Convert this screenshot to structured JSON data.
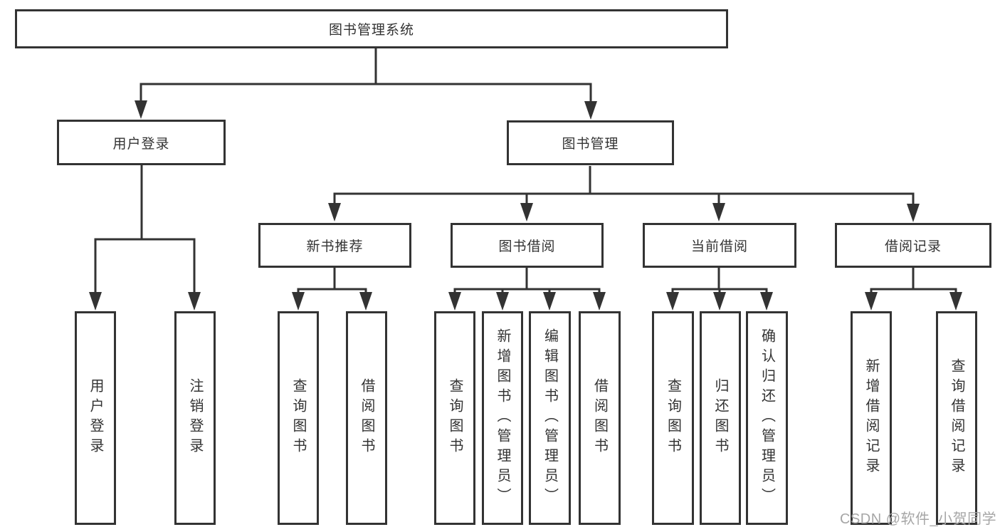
{
  "diagram": {
    "root": {
      "label": "图书管理系统",
      "children": [
        {
          "label": "用户登录",
          "children": [
            {
              "label": "用户登录"
            },
            {
              "label": "注销登录"
            }
          ]
        },
        {
          "label": "图书管理",
          "children": [
            {
              "label": "新书推荐",
              "children": [
                {
                  "label": "查询图书"
                },
                {
                  "label": "借阅图书"
                }
              ]
            },
            {
              "label": "图书借阅",
              "children": [
                {
                  "label": "查询图书"
                },
                {
                  "label": "新增图书（管理员）"
                },
                {
                  "label": "编辑图书（管理员）"
                },
                {
                  "label": "借阅图书"
                }
              ]
            },
            {
              "label": "当前借阅",
              "children": [
                {
                  "label": "查询图书"
                },
                {
                  "label": "归还图书"
                },
                {
                  "label": "确认归还（管理员）"
                }
              ]
            },
            {
              "label": "借阅记录",
              "children": [
                {
                  "label": "新增借阅记录"
                },
                {
                  "label": "查询借阅记录"
                }
              ]
            }
          ]
        }
      ]
    }
  },
  "watermark": {
    "text": "CSDN @软件_小贺同学"
  },
  "colors": {
    "line": "#333333",
    "box_border": "#333333",
    "text": "#333333",
    "watermark": "#a6a6a6",
    "background": "#ffffff"
  }
}
